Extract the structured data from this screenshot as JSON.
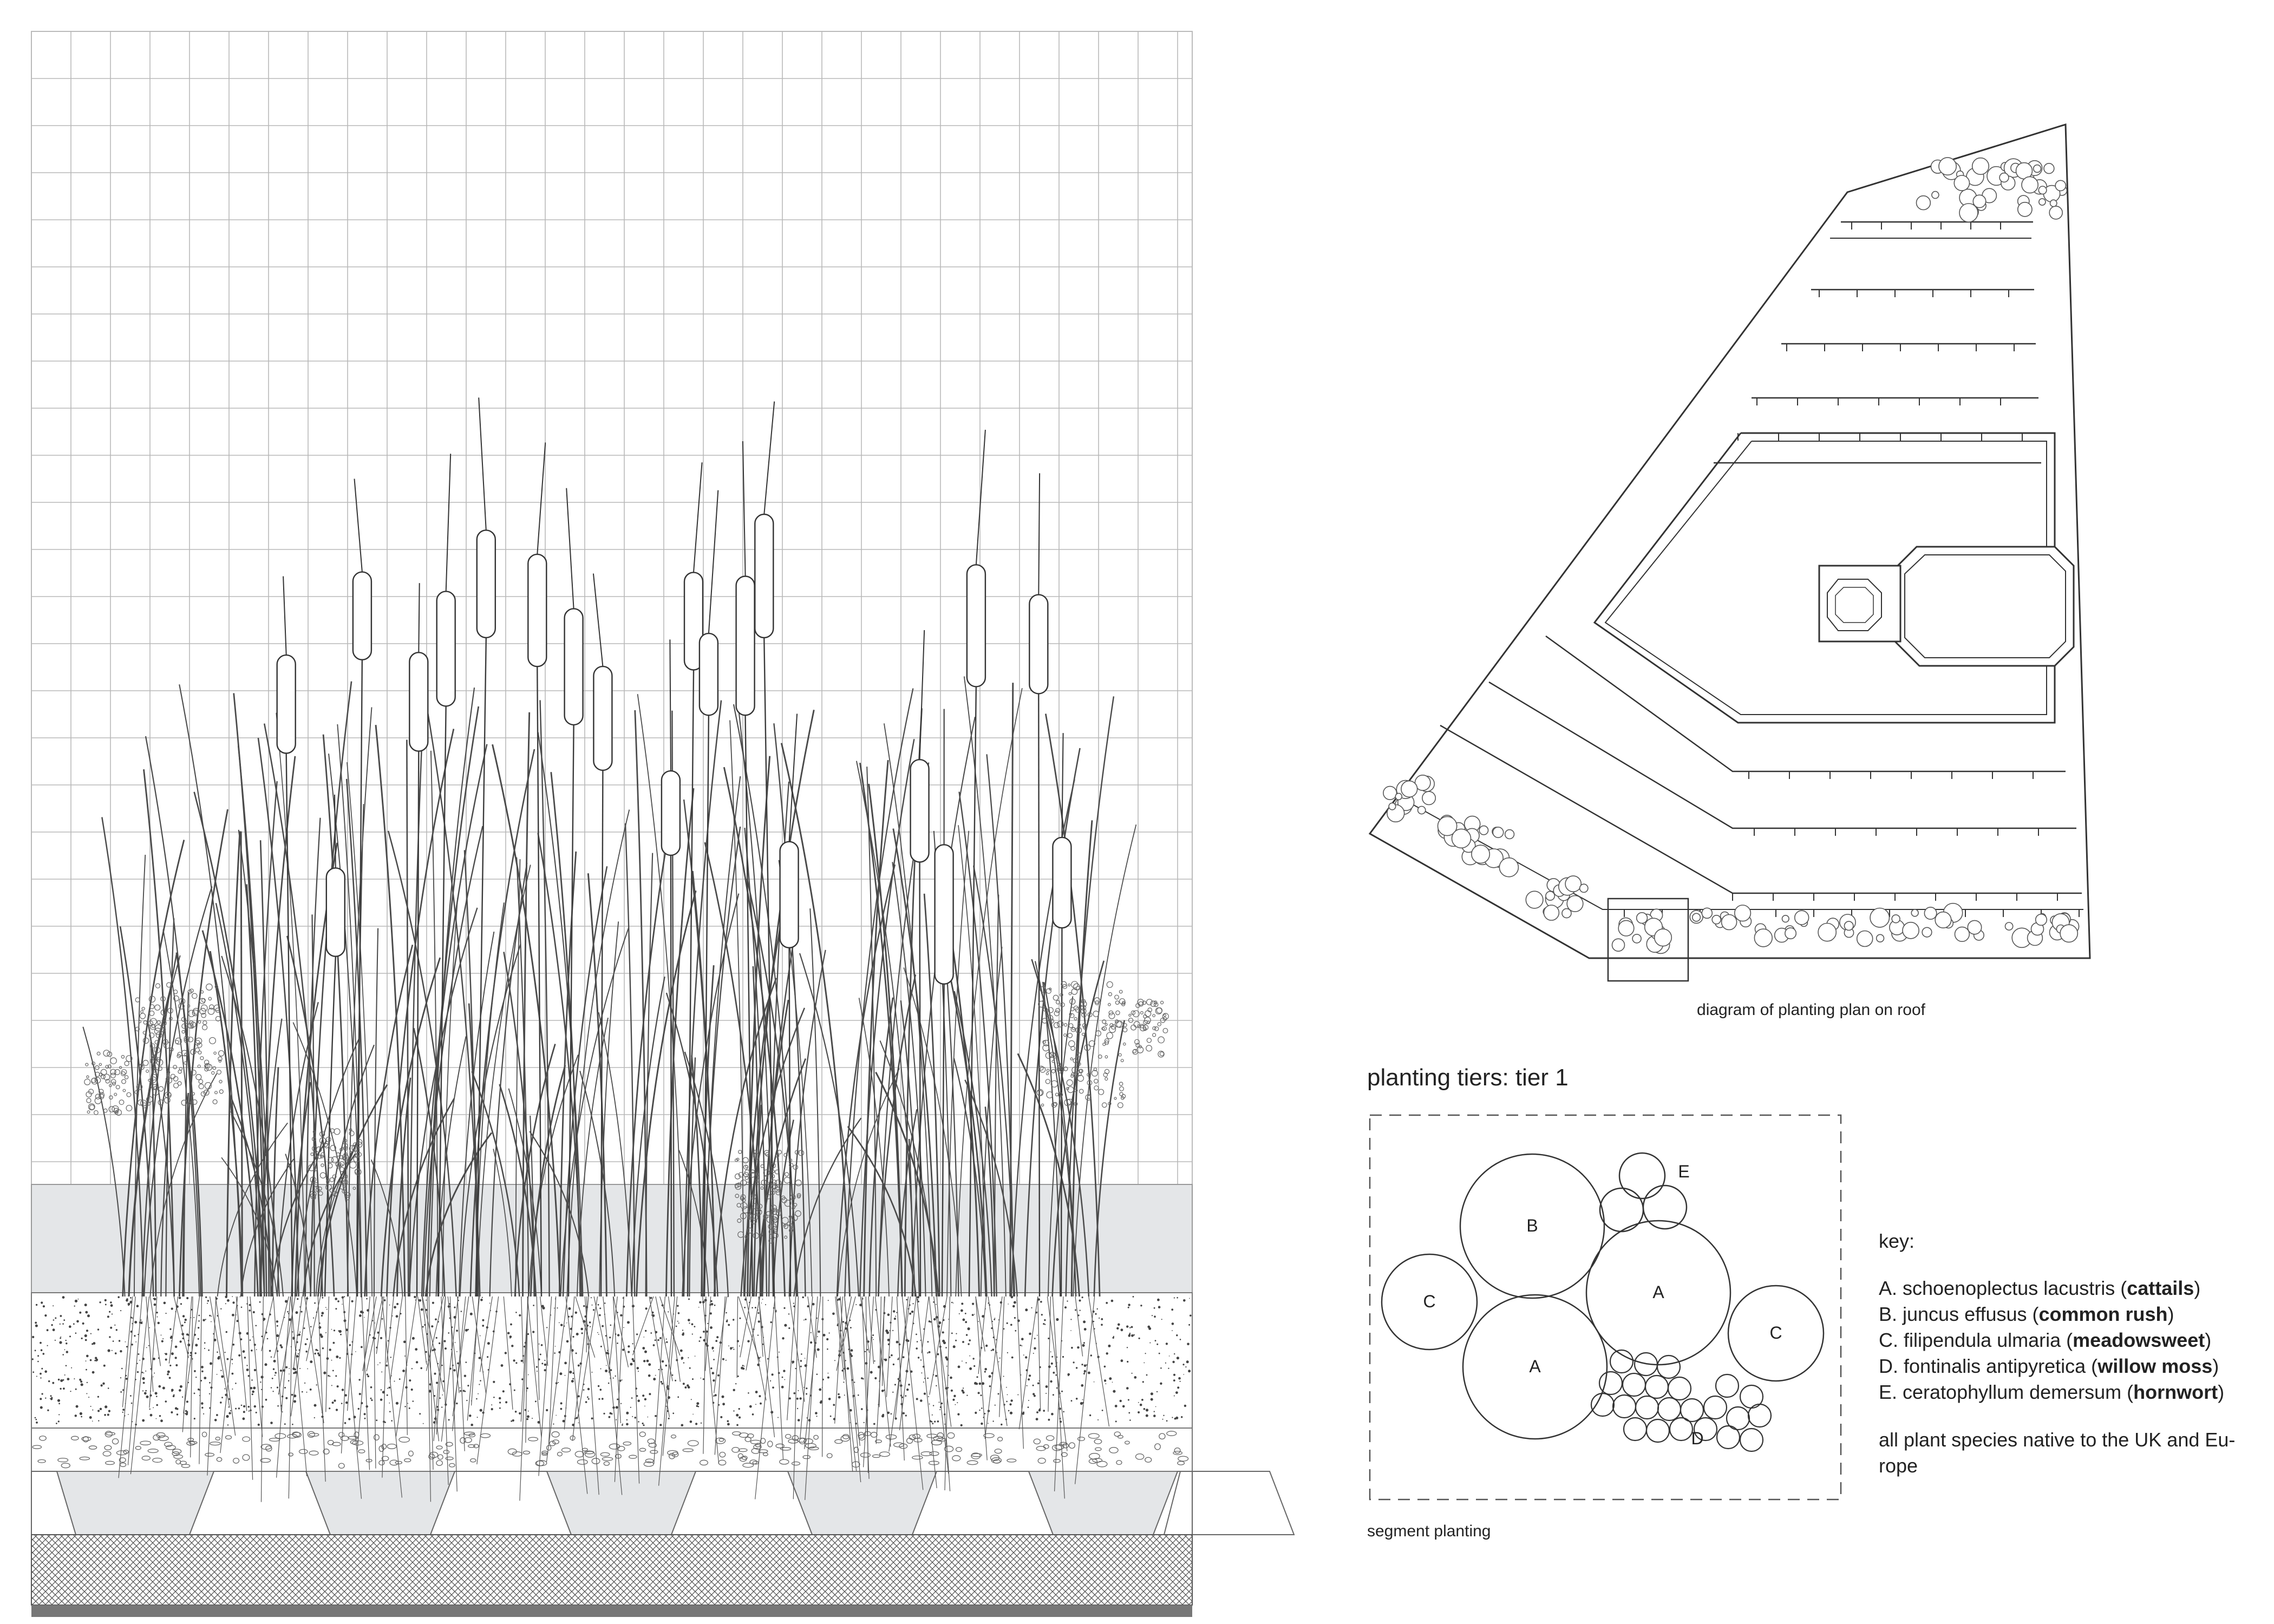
{
  "plan": {
    "caption": "diagram of planting plan on roof"
  },
  "tier": {
    "title": "planting tiers: tier 1",
    "caption": "segment planting",
    "circle_labels": [
      "A",
      "B",
      "C",
      "D",
      "E"
    ]
  },
  "key": {
    "title": "key:",
    "items": [
      {
        "prefix": "A. schoenoplectus lacustris (",
        "common": "cattails",
        "suffix": ")"
      },
      {
        "prefix": "B. juncus effusus (",
        "common": "common rush",
        "suffix": ")"
      },
      {
        "prefix": "C. filipendula ulmaria (",
        "common": "meadowsweet",
        "suffix": ")"
      },
      {
        "prefix": "D. fontinalis antipyretica (",
        "common": "willow moss",
        "suffix": ")"
      },
      {
        "prefix": "E. ceratophyllum demersum (",
        "common": "hornwort",
        "suffix": ")"
      }
    ],
    "note_line1": "all plant species native to the UK and Eu-",
    "note_line2": "rope"
  },
  "colors": {
    "line": "#333333",
    "grid": "#b9b9b9",
    "water": "#e4e6e8",
    "base": "#777777"
  }
}
